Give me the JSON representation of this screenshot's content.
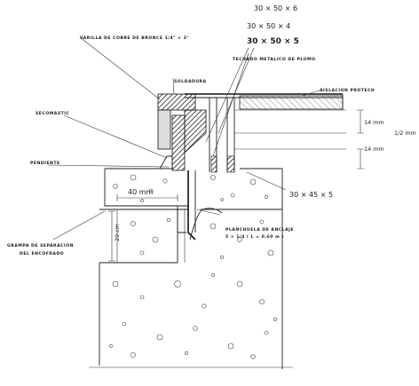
{
  "top_notes": {
    "note_1": "30 × 50 × 6",
    "note_2": "30 × 50 × 4",
    "note_3": "30 × 50 × 5"
  },
  "labels": {
    "varilla": "VARILLA DE COBRE DE BRONCE 1/4\" × 3\"",
    "techado": "TECHADO METALICO DE PLOMO",
    "soldadura": "SOLDADURA",
    "aislacion": "AISLACION PROTECH",
    "secomastic": "SECOMASTIC",
    "pendiente": "PENDIENTE",
    "angulo": "30 × 45 × 5",
    "planchuela_1": "PLANCHUELA DE ANCLAJE",
    "planchuela_2": "5 × 1/4 ( L = 0,60 m )",
    "grampa_1": "GRAMPA DE SEPARACION",
    "grampa_2": "DEL ENCOFRADO"
  },
  "dimensions": {
    "dim_14_top": "14 mm",
    "dim_half": "1/2 mm",
    "dim_14_bottom": "14 mm",
    "dim_40": "40 mm",
    "dim_20": "20 cm"
  }
}
